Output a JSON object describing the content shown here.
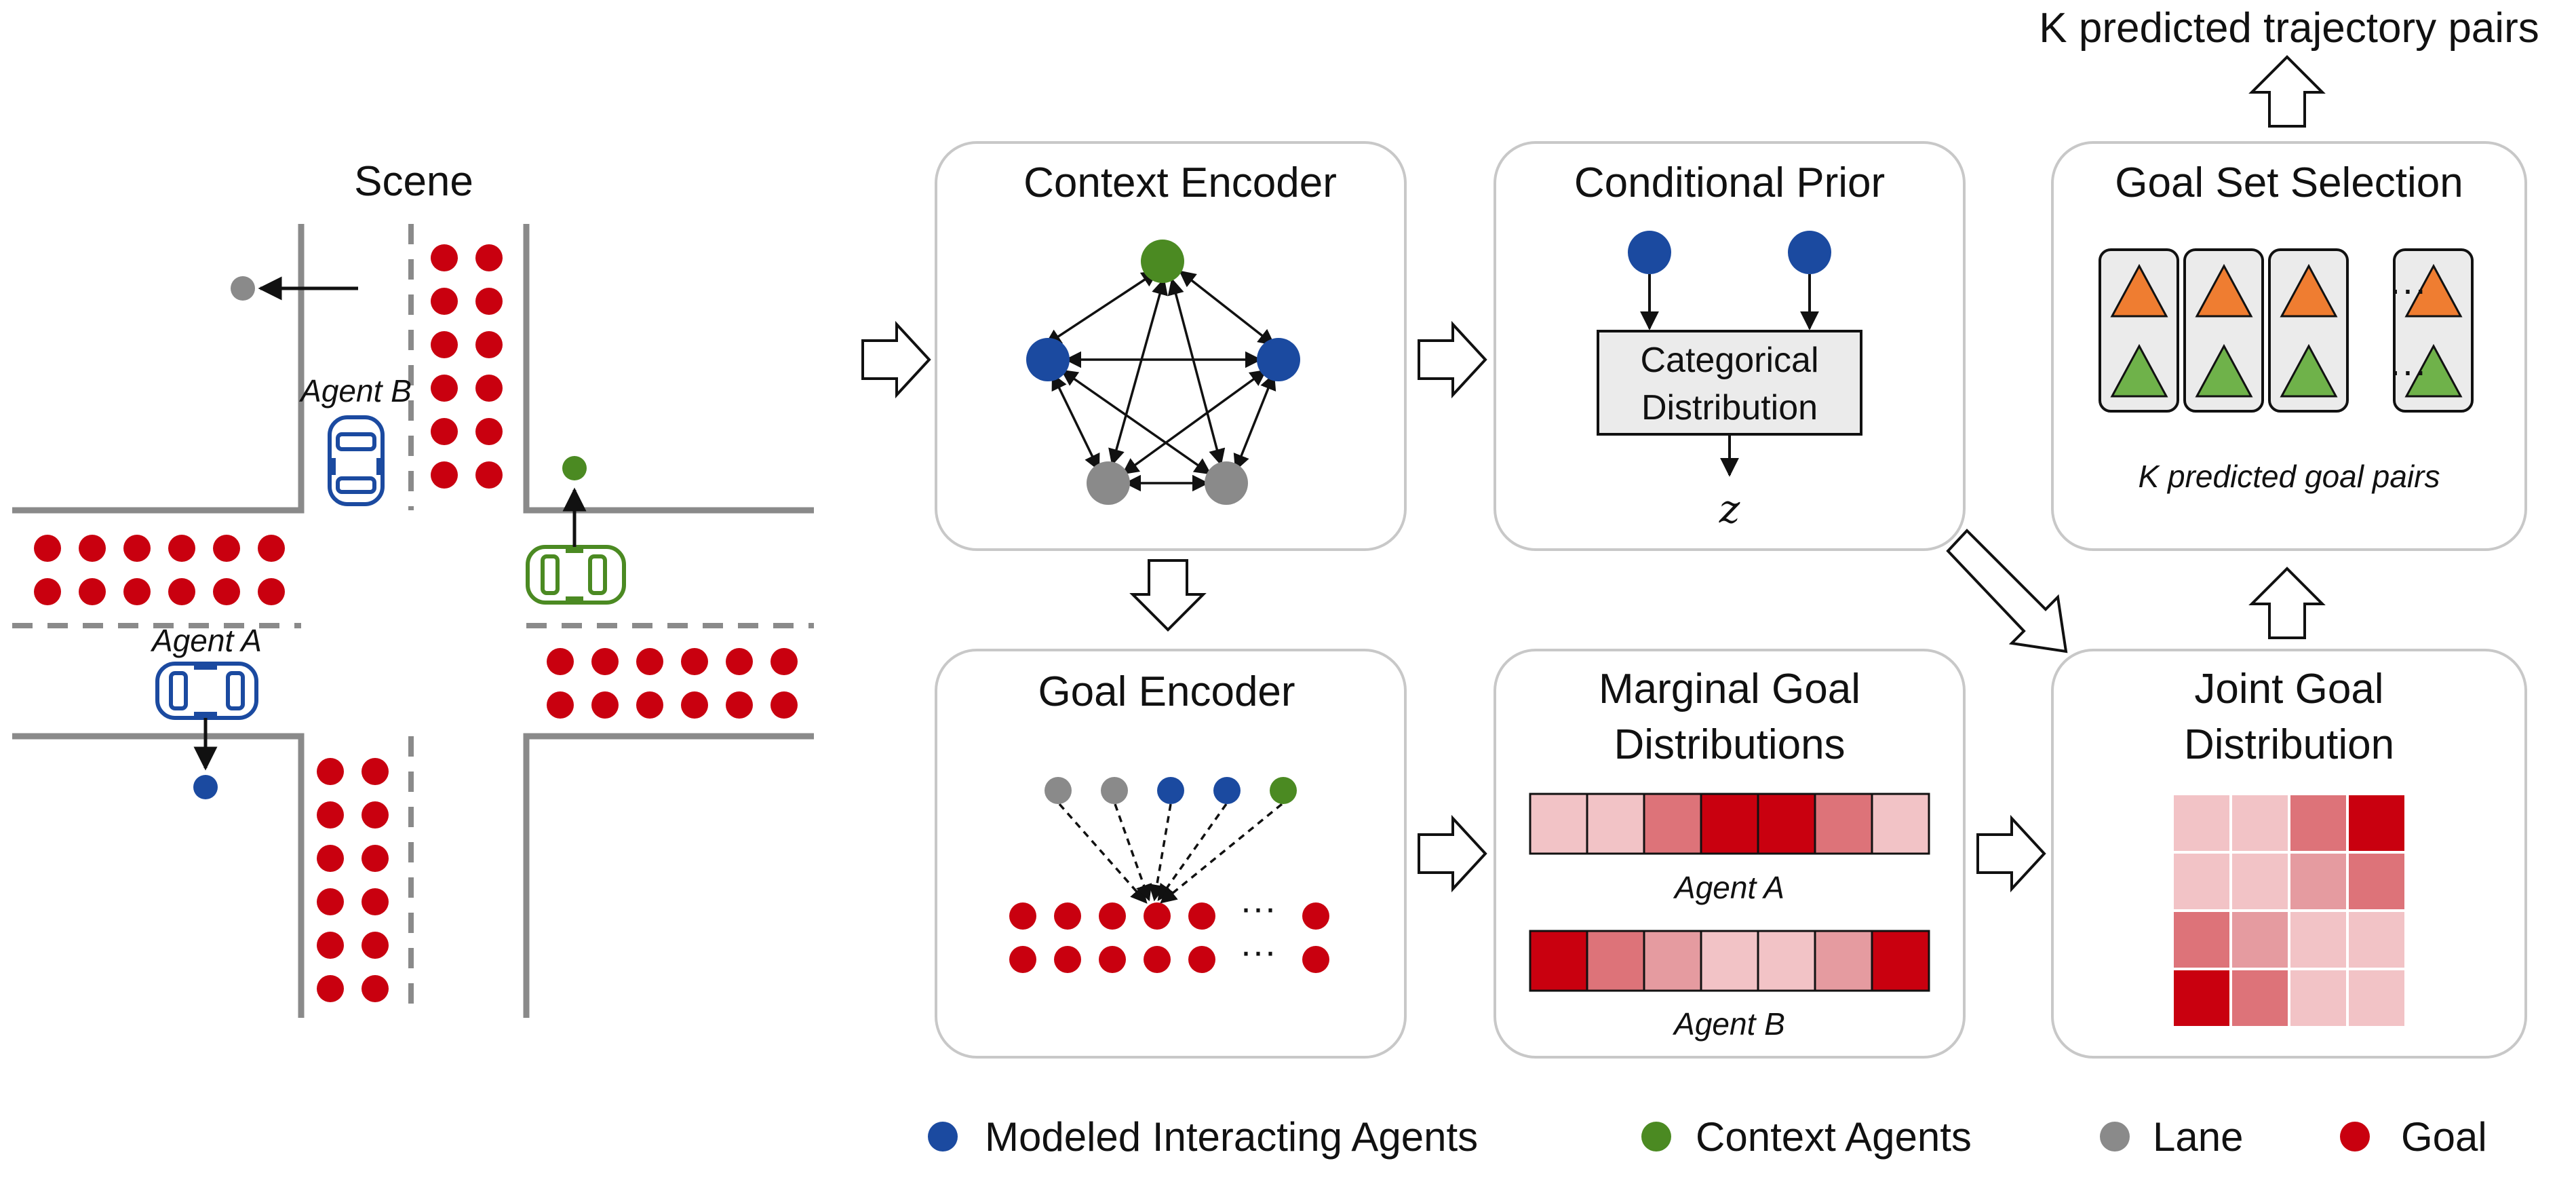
{
  "colors": {
    "modeled": "#1b4aa0",
    "context": "#4b8a22",
    "lane": "#8a8a8a",
    "goal": "#c9000f",
    "box_stroke": "#c8c8c8",
    "road": "#8a8a8a",
    "triangle_orange": "#ef7d31",
    "triangle_green": "#6fb24a",
    "heat": [
      "#f2c3c6",
      "#e59ba0",
      "#dd7379",
      "#c9000f"
    ]
  },
  "scene": {
    "title": "Scene",
    "agent_a": "Agent A",
    "agent_b": "Agent B"
  },
  "boxes": {
    "context_encoder": {
      "title": "Context Encoder"
    },
    "conditional_prior": {
      "title": "Conditional Prior",
      "inner_line1": "Categorical",
      "inner_line2": "Distribution",
      "output_symbol": "z"
    },
    "goal_set_selection": {
      "title": "Goal Set Selection",
      "caption": "K predicted goal pairs",
      "ellipsis": "···"
    },
    "goal_encoder": {
      "title": "Goal Encoder",
      "ellipsis": "···"
    },
    "marginal": {
      "title_line1": "Marginal Goal",
      "title_line2": "Distributions",
      "row_a_label": "Agent A",
      "row_b_label": "Agent B",
      "row_a_levels": [
        0,
        0,
        2,
        3,
        3,
        2,
        0
      ],
      "row_b_levels": [
        3,
        2,
        1,
        0,
        0,
        1,
        3
      ]
    },
    "joint": {
      "title_line1": "Joint Goal",
      "title_line2": "Distribution",
      "grid_levels": [
        [
          0,
          0,
          2,
          3
        ],
        [
          0,
          0,
          1,
          2
        ],
        [
          2,
          1,
          0,
          0
        ],
        [
          3,
          2,
          0,
          0
        ]
      ]
    }
  },
  "output_label": "K predicted trajectory pairs",
  "legend": [
    {
      "label": "Modeled Interacting Agents",
      "color_key": "modeled"
    },
    {
      "label": "Context Agents",
      "color_key": "context"
    },
    {
      "label": "Lane",
      "color_key": "lane"
    },
    {
      "label": "Goal",
      "color_key": "goal"
    }
  ]
}
